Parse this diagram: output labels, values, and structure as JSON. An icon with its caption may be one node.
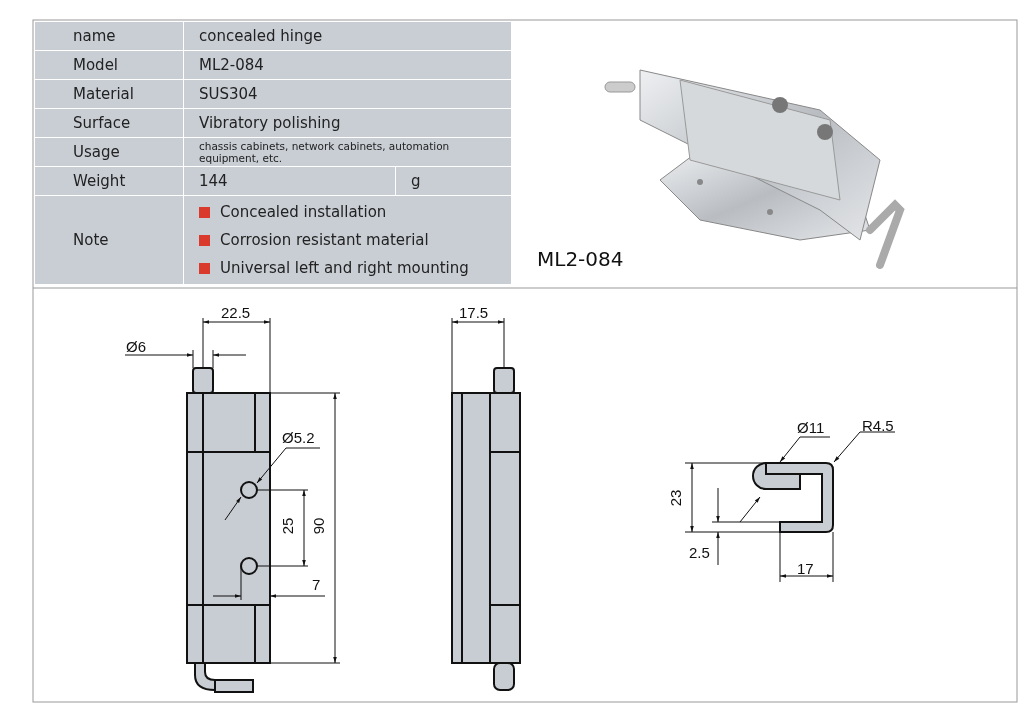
{
  "diagram": {
    "nodes": [
      {
        "text": [
          "Ø5.2"
        ]
      },
      {
        "text": [
          "Ø11"
        ]
      },
      {
        "text": [
          "R4.5"
        ]
      },
      {
        "text": [],
        "shape": "picture"
      },
      {
        "text": [],
        "shape": "picture"
      }
    ],
    "edges": [
      {
        "from": 0,
        "to": 3,
        "arrow": "to"
      },
      {
        "from": 1,
        "to": 4,
        "arrow": "to"
      },
      {
        "from": 2,
        "to": 4,
        "arrow": "to"
      }
    ],
    "labels": [
      "name",
      "concealed hinge",
      "Model",
      "ML2-084",
      "Material",
      "SUS304",
      "Surface",
      "Vibratory polishing",
      "Usage",
      "chassis cabinets, network cabinets, automation equipment, etc.",
      "Weight",
      "144",
      "g",
      "Note",
      "Concealed installation",
      "Corrosion resistant material",
      "Universal left and right mounting",
      "ML2-084",
      "22.5",
      "Ø6",
      "25",
      "90",
      "7",
      "17.5",
      "23",
      "2.5",
      "17"
    ]
  }
}
